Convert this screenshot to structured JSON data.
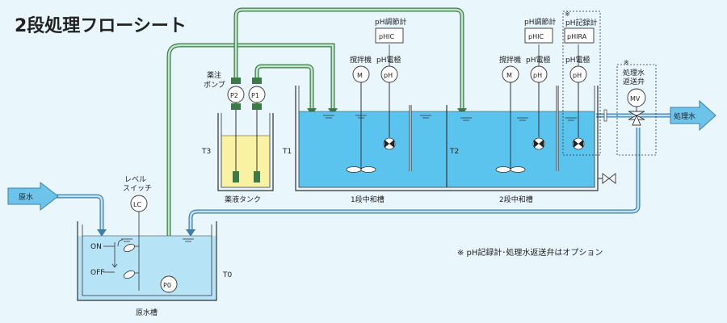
{
  "title": "2段処理フローシート",
  "pumps": {
    "label_line1": "薬注",
    "label_line2": "ポンプ",
    "p1": "P1",
    "p2": "P2",
    "p0": "P0"
  },
  "tanks": {
    "t0": "T0",
    "t1": "T1",
    "t2": "T2",
    "t3": "T3",
    "t0_name": "原水槽",
    "t1_name": "1段中和槽",
    "t2_name": "2段中和槽",
    "t3_name": "薬液タンク"
  },
  "level_switch": {
    "label_line1": "レベル",
    "label_line2": "スイッチ",
    "tag": "LC",
    "on": "ON",
    "off": "OFF"
  },
  "mixers": {
    "label": "撹拌機",
    "tag": "M"
  },
  "electrodes": {
    "label": "pH電極",
    "tag": "pH"
  },
  "controllers": {
    "label": "pH調節計",
    "tag": "pHIC",
    "recorder_label": "pH記録計",
    "recorder_tag": "pHIRA"
  },
  "valve": {
    "label_line1": "処理水",
    "label_line2": "返送弁",
    "tag": "MV"
  },
  "option_mark": "※",
  "inlet_label": "原水",
  "outlet_label": "処理水",
  "note": "※ pH記録計･処理水返送弁はオプション",
  "colors": {
    "water": "#5bc4ee",
    "water_light": "#a9dff5",
    "chemical": "#faf2a3",
    "pipe": "#7ec48a",
    "arrow": "#6cc4ea",
    "background": "#e9f6fc"
  }
}
